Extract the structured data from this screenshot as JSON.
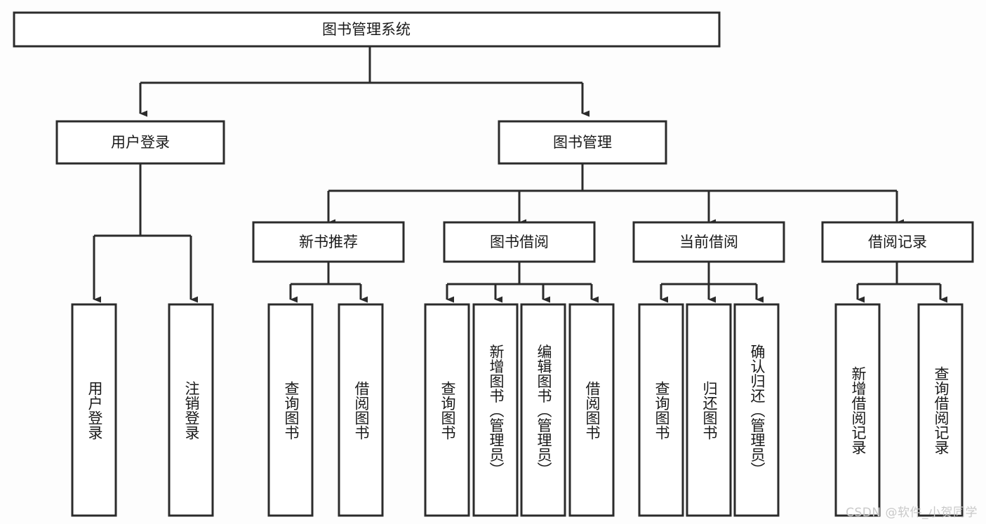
{
  "diagram": {
    "title": "图书管理系统",
    "type": "tree-hierarchy-diagram",
    "colors": {
      "box_stroke": "#2b2b2b",
      "box_fill": "#ffffff",
      "text": "#1a1a1a",
      "background": "#fdfdfd",
      "watermark": "#c9c9c9"
    },
    "nodes": {
      "root": {
        "label": "图书管理系统"
      },
      "level2": [
        {
          "label": "用户登录"
        },
        {
          "label": "图书管理"
        }
      ],
      "level3": [
        {
          "label": "新书推荐"
        },
        {
          "label": "图书借阅"
        },
        {
          "label": "当前借阅"
        },
        {
          "label": "借阅记录"
        }
      ],
      "leaves_user_login": [
        {
          "label": "用户登录"
        },
        {
          "label": "注销登录"
        }
      ],
      "leaves_new_book": [
        {
          "label": "查询图书"
        },
        {
          "label": "借阅图书"
        }
      ],
      "leaves_borrow": [
        {
          "label": "查询图书"
        },
        {
          "label": "新增图书（管理员）"
        },
        {
          "label": "编辑图书（管理员）"
        },
        {
          "label": "借阅图书"
        }
      ],
      "leaves_current": [
        {
          "label": "查询图书"
        },
        {
          "label": "归还图书"
        },
        {
          "label": "确认归还（管理员）"
        }
      ],
      "leaves_records": [
        {
          "label": "新增借阅记录"
        },
        {
          "label": "查询借阅记录"
        }
      ]
    },
    "watermark": "CSDN @软件_小贺同学"
  }
}
